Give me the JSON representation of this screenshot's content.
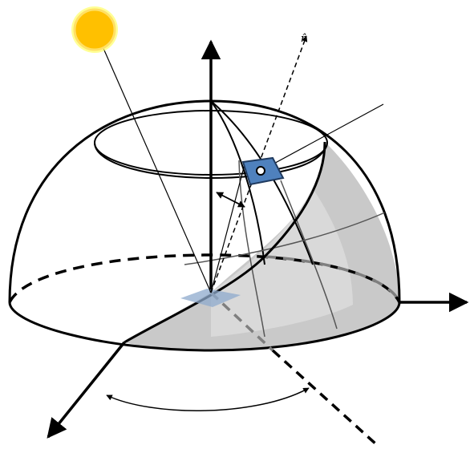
{
  "diagram": {
    "direction_vector_label": "r̂",
    "colors": {
      "sun_fill": "#ffc000",
      "sun_glow": "#ffff66",
      "shaded_hemisphere": "#bfbfbf",
      "patch_fill": "#4f81bd",
      "patch_stroke": "#1f3a5f",
      "surface_element_fill": "#8ea9cc",
      "dashed_line": "#7f7f7f",
      "stroke": "#000000"
    },
    "icons": {
      "sun": "sun-icon",
      "patch": "solid-angle-patch",
      "surface_element": "surface-element"
    }
  }
}
